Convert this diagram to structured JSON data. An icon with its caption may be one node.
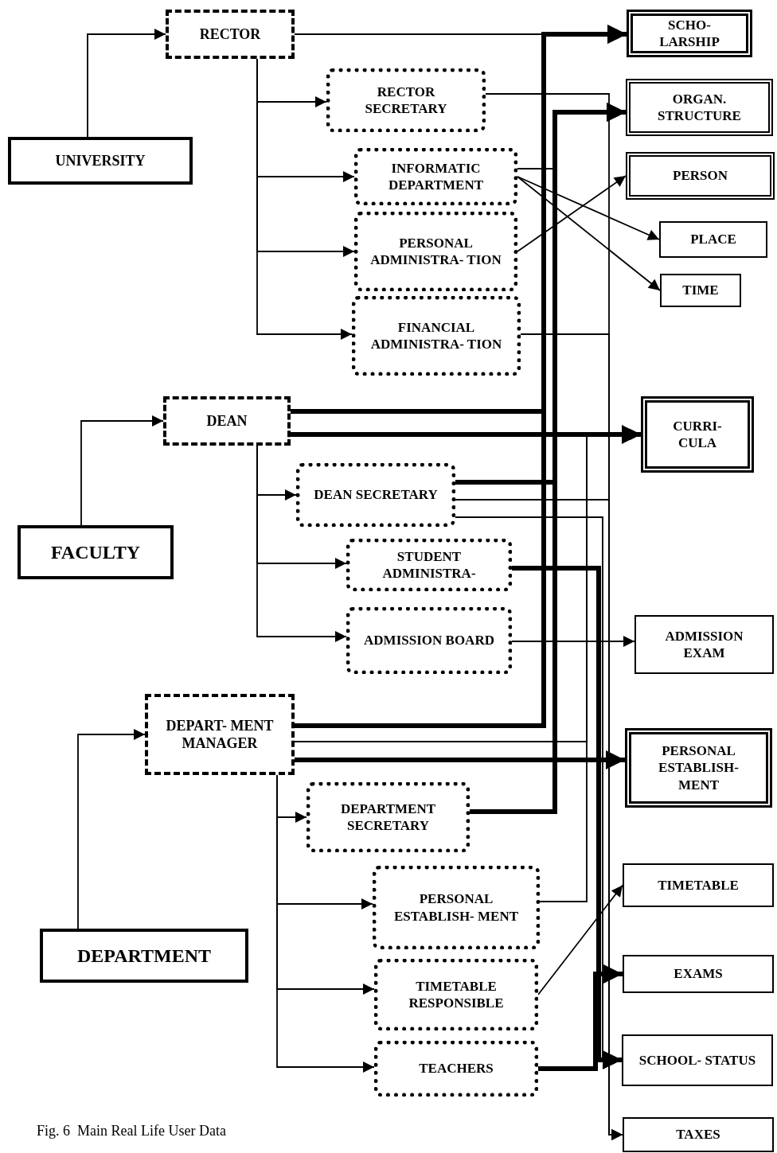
{
  "diagram": {
    "caption": "Fig. 6  Main Real Life User Data",
    "nodes": [
      {
        "text": [
          "UNIVERSITY"
        ]
      },
      {
        "text": [
          "RECTOR"
        ]
      },
      {
        "text": [
          "RECTOR SECRETARY"
        ]
      },
      {
        "text": [
          "INFORMATIC DEPARTMENT"
        ]
      },
      {
        "text": [
          "PERSONAL ADMINISTRA- TION"
        ]
      },
      {
        "text": [
          "FINANCIAL ADMINISTRA- TION"
        ]
      },
      {
        "text": [
          "FACULTY"
        ]
      },
      {
        "text": [
          "DEAN"
        ]
      },
      {
        "text": [
          "DEAN SECRETARY"
        ]
      },
      {
        "text": [
          "STUDENT ADMINISTRA-"
        ]
      },
      {
        "text": [
          "ADMISSION BOARD"
        ]
      },
      {
        "text": [
          "DEPARTMENT"
        ]
      },
      {
        "text": [
          "DEPART- MENT MANAGER"
        ]
      },
      {
        "text": [
          "DEPARTMENT SECRETARY"
        ]
      },
      {
        "text": [
          "PERSONAL ESTABLISH- MENT"
        ]
      },
      {
        "text": [
          "TIMETABLE RESPONSIBLE"
        ]
      },
      {
        "text": [
          "TEACHERS"
        ]
      },
      {
        "text": [
          "SCHO- LARSHIP"
        ]
      },
      {
        "text": [
          "ORGAN. STRUCTURE"
        ]
      },
      {
        "text": [
          "PERSON"
        ]
      },
      {
        "text": [
          "PLACE"
        ]
      },
      {
        "text": [
          "TIME"
        ]
      },
      {
        "text": [
          "CURRI- CULA"
        ]
      },
      {
        "text": [
          "ADMISSION EXAM"
        ]
      },
      {
        "text": [
          "PERSONAL ESTABLISH- MENT"
        ]
      },
      {
        "text": [
          "TIMETABLE"
        ]
      },
      {
        "text": [
          "EXAMS"
        ]
      },
      {
        "text": [
          "SCHOOL- STATUS"
        ]
      },
      {
        "text": [
          "TAXES"
        ]
      }
    ],
    "edges": [
      {
        "from": 0,
        "to": 1,
        "arrow": "to"
      },
      {
        "from": 6,
        "to": 7,
        "arrow": "to"
      },
      {
        "from": 11,
        "to": 12,
        "arrow": "to"
      },
      {
        "from": 1,
        "to": 2,
        "arrow": "to"
      },
      {
        "from": 1,
        "to": 3,
        "arrow": "to"
      },
      {
        "from": 1,
        "to": 4,
        "arrow": "to"
      },
      {
        "from": 1,
        "to": 5,
        "arrow": "to"
      },
      {
        "from": 7,
        "to": 8,
        "arrow": "to"
      },
      {
        "from": 7,
        "to": 9,
        "arrow": "to"
      },
      {
        "from": 7,
        "to": 10,
        "arrow": "to"
      },
      {
        "from": 12,
        "to": 13,
        "arrow": "to"
      },
      {
        "from": 12,
        "to": 14,
        "arrow": "to"
      },
      {
        "from": 12,
        "to": 15,
        "arrow": "to"
      },
      {
        "from": 12,
        "to": 16,
        "arrow": "to"
      },
      {
        "from": 1,
        "to": 17,
        "arrow": "to"
      },
      {
        "from": 7,
        "to": 17,
        "arrow": "to",
        "style": "thick"
      },
      {
        "from": 12,
        "to": 17,
        "arrow": "to",
        "style": "thick"
      },
      {
        "from": 3,
        "to": 18,
        "arrow": "to"
      },
      {
        "from": 8,
        "to": 18,
        "arrow": "to",
        "style": "thick"
      },
      {
        "from": 13,
        "to": 18,
        "arrow": "to",
        "style": "thick"
      },
      {
        "from": 3,
        "to": 20,
        "arrow": "to"
      },
      {
        "from": 3,
        "to": 21,
        "arrow": "to"
      },
      {
        "from": 4,
        "to": 19,
        "arrow": "to"
      },
      {
        "from": 15,
        "to": 25,
        "arrow": "to"
      },
      {
        "from": 2,
        "to": 28,
        "arrow": "to"
      },
      {
        "from": 5,
        "to": 28,
        "arrow": "to"
      },
      {
        "from": 8,
        "to": 28,
        "arrow": "to"
      },
      {
        "from": 7,
        "to": 22,
        "arrow": "to",
        "style": "thick"
      },
      {
        "from": 12,
        "to": 22,
        "arrow": "to"
      },
      {
        "from": 14,
        "to": 22,
        "arrow": "to"
      },
      {
        "from": 12,
        "to": 24,
        "arrow": "to",
        "style": "thick"
      },
      {
        "from": 10,
        "to": 23,
        "arrow": "to"
      },
      {
        "from": 9,
        "to": 27,
        "arrow": "to",
        "style": "thick"
      },
      {
        "from": 8,
        "to": 27,
        "arrow": "to"
      },
      {
        "from": 16,
        "to": 26,
        "arrow": "to",
        "style": "thick"
      }
    ]
  }
}
